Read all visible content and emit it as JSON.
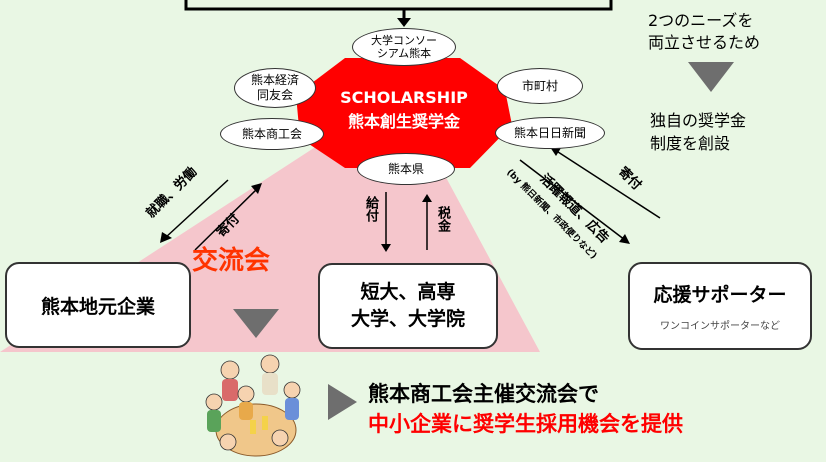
{
  "nodes": {
    "consortium": "大学コンソー\nシアム熊本",
    "keizai": "熊本経済\n同友会",
    "shichoson": "市町村",
    "shokokai": "熊本商工会",
    "nichinichi": "熊本日日新聞",
    "kumamotoken": "熊本県"
  },
  "center": {
    "line1": "SCHOLARSHIP",
    "line2": "熊本創生奨学金"
  },
  "right_notes": {
    "line1": "2つのニーズを",
    "line2": "両立させるため",
    "line3": "独自の奨学金",
    "line4": "制度を創設"
  },
  "arrow_labels": {
    "shushoku": "就職、労働",
    "kifu_left": "寄付",
    "kyufu": "給付",
    "zeikin": "税金",
    "katsuyaku": "活躍報道、広告",
    "katsuyaku_sub": "(by 熊日新聞、市政便りなど)",
    "kifu_right": "寄付"
  },
  "exchange_label": "交流会",
  "boxes": {
    "local_companies": "熊本地元企業",
    "schools_line1": "短大、高専",
    "schools_line2": "大学、大学院",
    "supporter_title": "応援サポーター",
    "supporter_sub": "ワンコインサポーターなど"
  },
  "bottom": {
    "line1": "熊本商工会主催交流会で",
    "line2": "中小企業に奨学生採用機会を提供"
  },
  "colors": {
    "background": "#e9f7e4",
    "pink_triangle": "#f5c6cc",
    "red_center": "#ff0000",
    "orange_label": "#ff3300",
    "red_text": "#ff0000",
    "gray_arrow": "#6e6e6e"
  }
}
